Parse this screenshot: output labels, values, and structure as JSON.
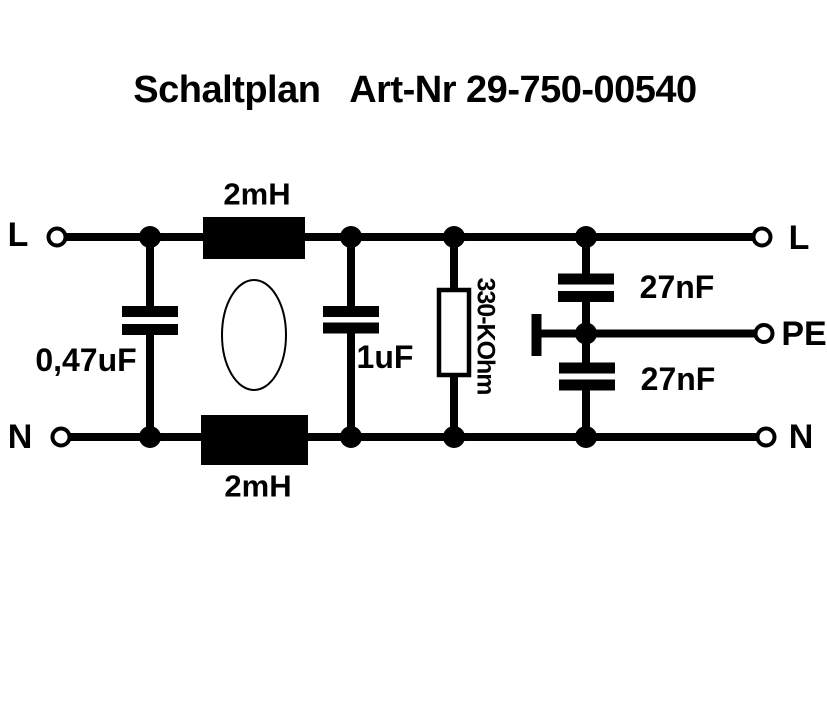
{
  "title": "Schaltplan   Art-Nr 29-750-00540",
  "terminals": {
    "left_line": "L",
    "left_neutral": "N",
    "right_line": "L",
    "right_pe": "PE",
    "right_neutral": "N"
  },
  "components": {
    "inductor_top": "2mH",
    "inductor_bottom": "2mH",
    "capacitor_input": "0,47uF",
    "capacitor_across_line": "1uF",
    "resistor_discharge": "330-KOhm",
    "capacitor_line_to_pe": "27nF",
    "capacitor_neutral_to_pe": "27nF"
  },
  "colors": {
    "ink": "#000000",
    "background": "#ffffff"
  }
}
